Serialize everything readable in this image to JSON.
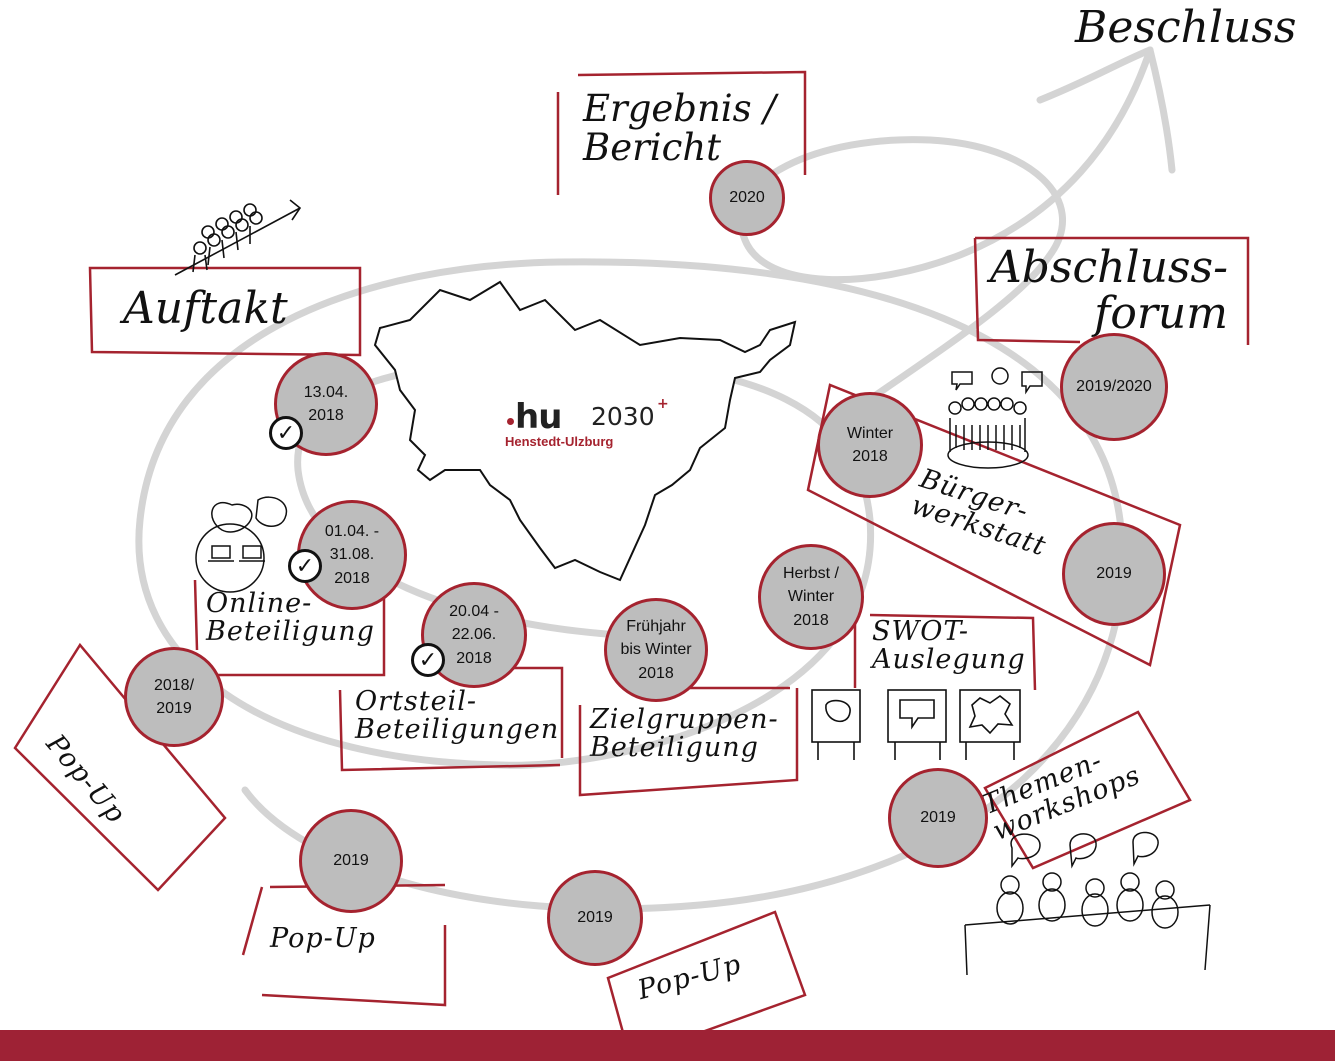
{
  "title": "Beschluss",
  "logo": {
    "mark": "hu",
    "year": "2030",
    "plus": "+",
    "city": "Henstedt-Ulzburg"
  },
  "labels": {
    "ergebnis": "Ergebnis /\nBericht",
    "auftakt": "Auftakt",
    "abschluss": "Abschluss-\nforum",
    "buerger": "Bürger-\nwerkstatt",
    "online": "Online-\nBeteiligung",
    "ortsteil": "Ortsteil-\nBeteiligungen",
    "zielgruppen": "Zielgruppen-\nBeteiligung",
    "swot": "SWOT-\nAuslegung",
    "themen": "Themen-\nworkshops",
    "popup_left": "Pop-Up",
    "popup_bottom": "Pop-Up",
    "popup_right": "Pop-Up"
  },
  "nodes": {
    "n2020": "2020",
    "auftakt_date": "13.04.\n2018",
    "abschluss_date": "2019/2020",
    "winter": "Winter\n2018",
    "online_date": "01.04. -\n31.08.\n2018",
    "ortsteil_date": "20.04 -\n22.06.\n2018",
    "fruehjahr": "Frühjahr\nbis Winter\n2018",
    "herbst": "Herbst /\nWinter\n2018",
    "buerger_2019": "2019",
    "popup_left_date": "2018/\n2019",
    "themen_2019": "2019",
    "popup_bottom_2019": "2019",
    "popup_right_2019": "2019"
  },
  "colors": {
    "accent": "#a5232f",
    "node_fill": "#bdbdbd",
    "spiral": "#d4d4d4",
    "footer": "#9e2235"
  }
}
